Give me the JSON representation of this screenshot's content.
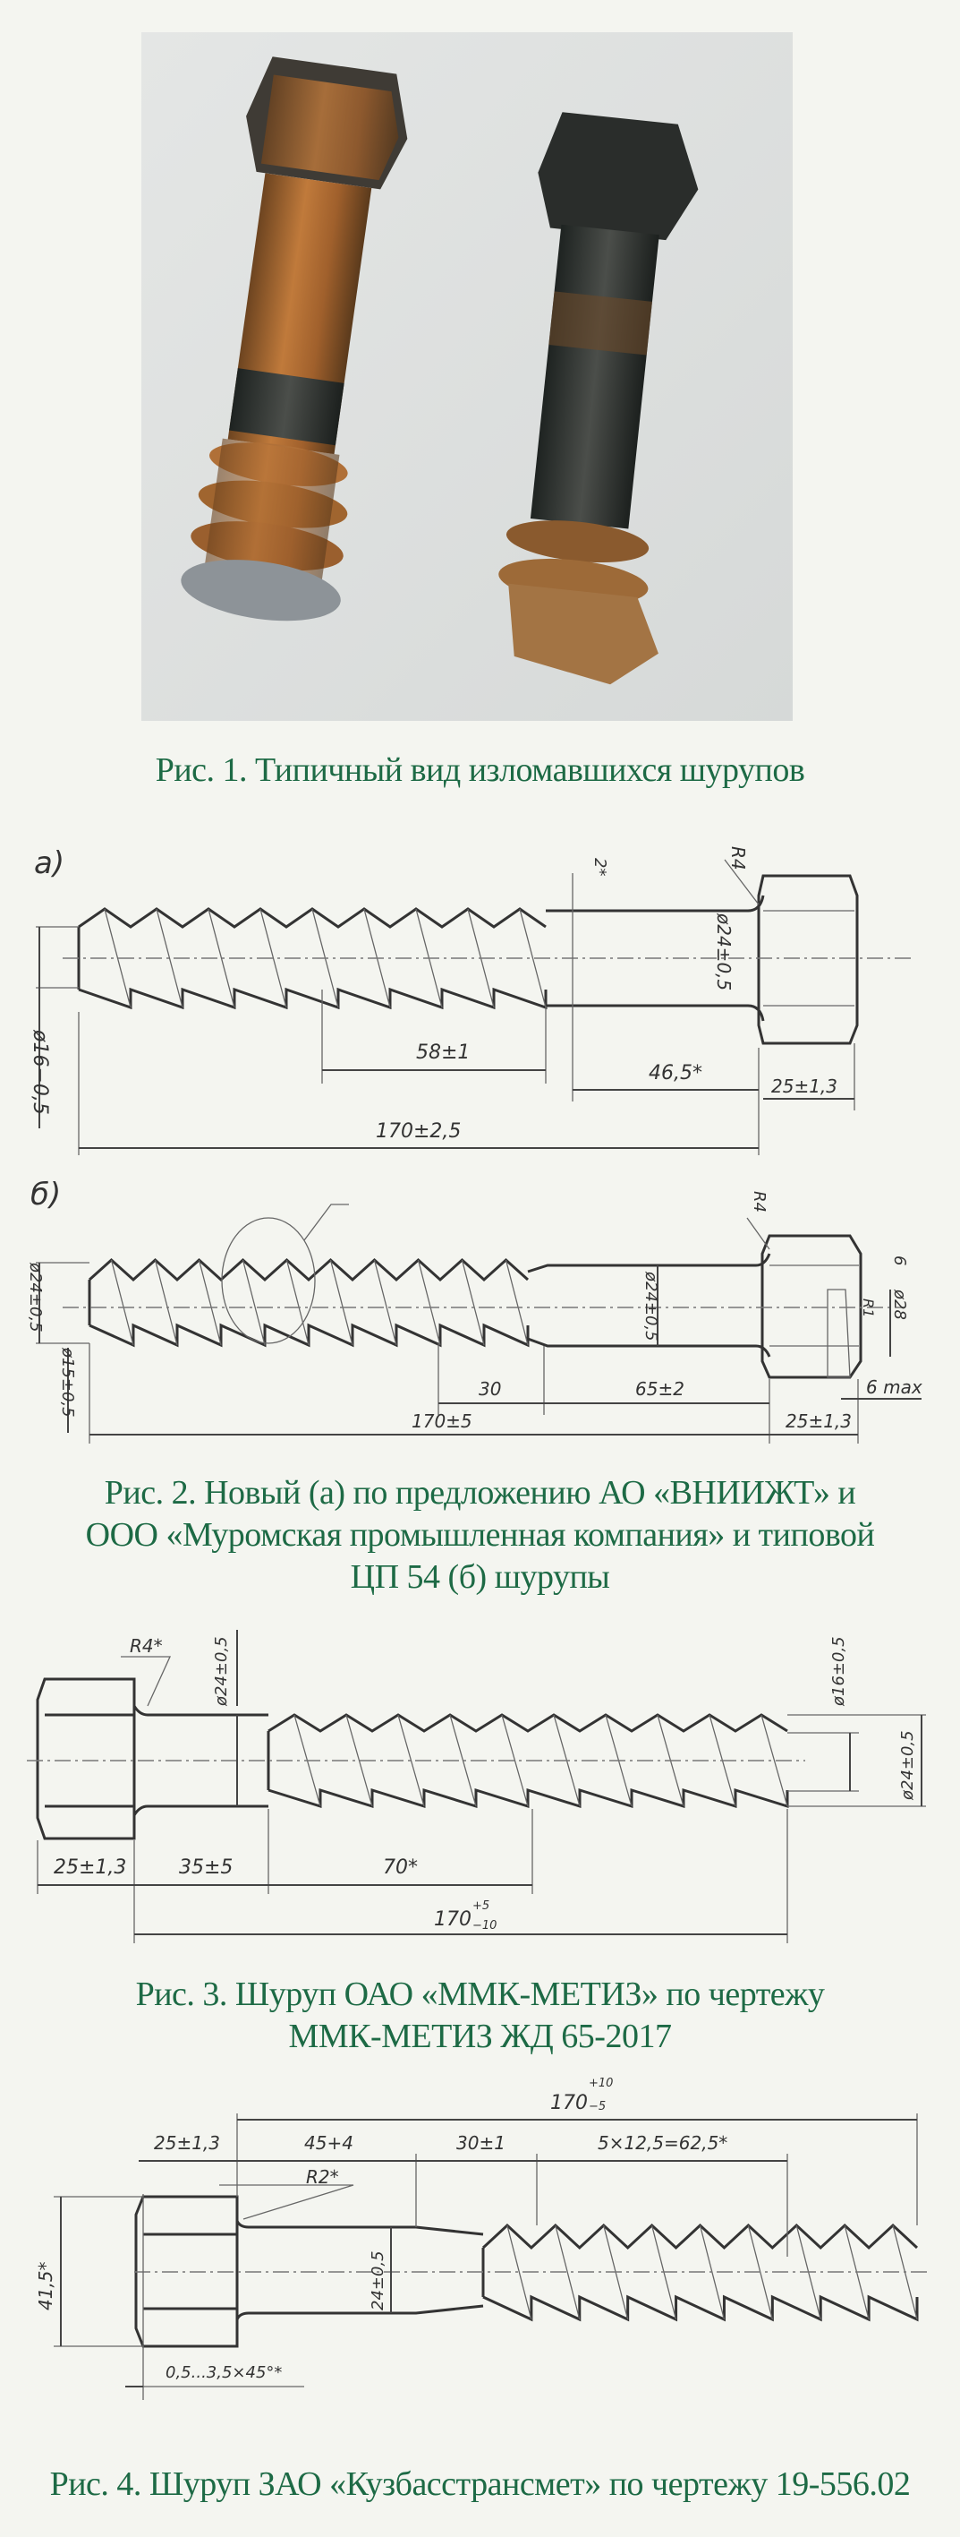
{
  "figure1": {
    "caption": "Рис. 1. Типичный вид изломавшихся шурупов"
  },
  "figure2": {
    "label_a": "а)",
    "label_b": "б)",
    "a": {
      "dia_thread": "ø16−0,5",
      "dia_shank": "ø24±0,5",
      "radius": "R4",
      "bevel": "2*",
      "len_58": "58±1",
      "len_46": "46,5*",
      "len_head": "25±1,3",
      "len_total": "170±2,5"
    },
    "b": {
      "dia_outer": "ø24±0,5",
      "dia_inner": "ø15±0,5",
      "dia_shank": "ø24±0,5",
      "dia_head": "ø28",
      "radius_head": "R1",
      "radius": "R4",
      "head_gap": "6",
      "len_30": "30",
      "len_65": "65±2",
      "len_6max": "6 max",
      "len_total": "170±5",
      "len_head": "25±1,3"
    },
    "caption_lines": [
      "Рис. 2. Новый (а) по предложению АО «ВНИИЖТ» и",
      "ООО «Муромская промышленная компания» и типовой",
      "ЦП 54 (б) шурупы"
    ]
  },
  "figure3": {
    "radius": "R4*",
    "dia_shank": "ø24±0,5",
    "dia_inner": "ø16±0,5",
    "dia_outer": "ø24±0,5",
    "len_head": "25±1,3",
    "len_35": "35±5",
    "len_70": "70*",
    "len_total": "170",
    "len_total_upper": "+5",
    "len_total_lower": "−10",
    "caption_lines": [
      "Рис. 3. Шуруп ОАО «ММК-МЕТИЗ» по чертежу",
      "ММК-МЕТИЗ ЖД 65-2017"
    ]
  },
  "figure4": {
    "len_total": "170",
    "len_total_upper": "+10",
    "len_total_lower": "−5",
    "len_head": "25±1,3",
    "len_45": "45+4",
    "len_30": "30±1",
    "len_thread": "5×12,5=62,5*",
    "radius": "R2*",
    "head_height": "41,5*",
    "dia_shank": "24±0,5",
    "chamfer": "0,5...3,5×45°*",
    "caption": "Рис. 4. Шуруп ЗАО «Кузбасстрансмет» по чертежу 19-556.02"
  },
  "colors": {
    "caption": "#1d6a45",
    "rust": "#a8652e",
    "steel": "#3a3d3c"
  }
}
